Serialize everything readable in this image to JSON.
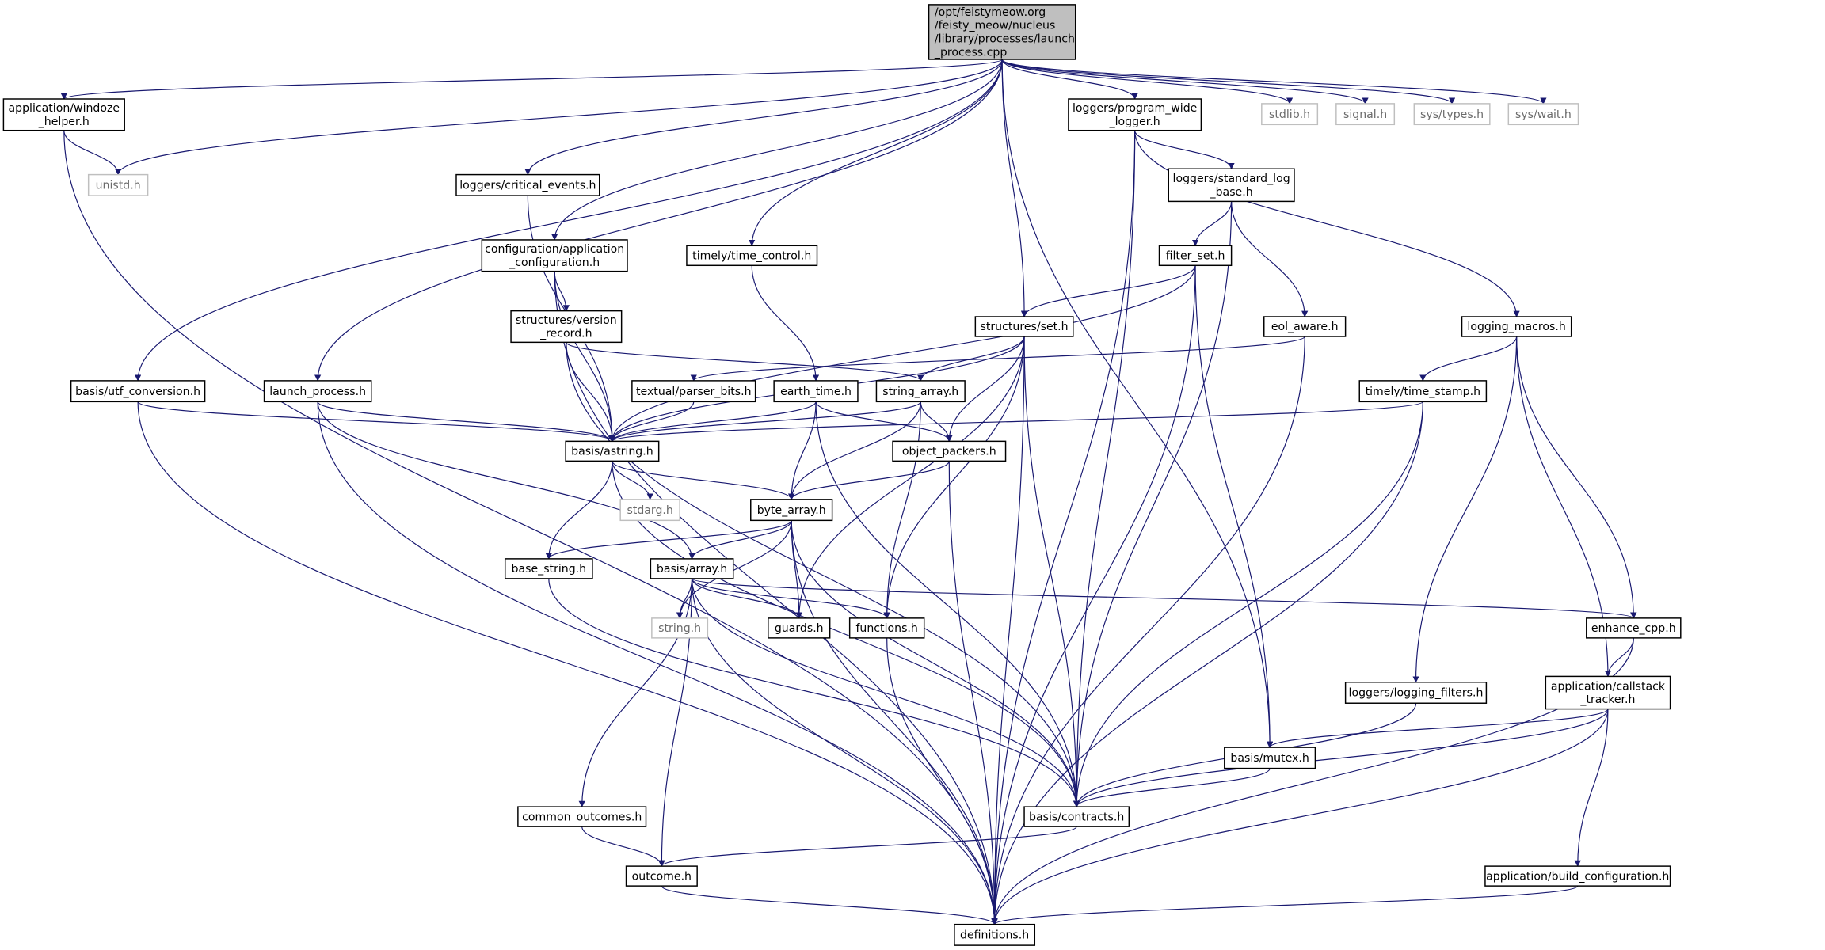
{
  "colors": {
    "edge": "#191970",
    "root_fill": "#bfbfbf",
    "node_border": "#000000",
    "external_border": "#bfbfbf"
  },
  "nodes": [
    {
      "id": "root",
      "lines": [
        "/opt/feistymeow.org",
        "/feisty_meow/nucleus",
        "/library/processes/launch",
        "_process.cpp"
      ],
      "kind": "root"
    },
    {
      "id": "windoze",
      "lines": [
        "application/windoze",
        "_helper.h"
      ]
    },
    {
      "id": "unistd",
      "lines": [
        "unistd.h"
      ],
      "kind": "external"
    },
    {
      "id": "critical",
      "lines": [
        "loggers/critical_events.h"
      ]
    },
    {
      "id": "appconfig",
      "lines": [
        "configuration/application",
        "_configuration.h"
      ]
    },
    {
      "id": "timecontrol",
      "lines": [
        "timely/time_control.h"
      ]
    },
    {
      "id": "version",
      "lines": [
        "structures/version",
        "_record.h"
      ]
    },
    {
      "id": "utf",
      "lines": [
        "basis/utf_conversion.h"
      ]
    },
    {
      "id": "launchh",
      "lines": [
        "launch_process.h"
      ]
    },
    {
      "id": "parser",
      "lines": [
        "textual/parser_bits.h"
      ]
    },
    {
      "id": "earth",
      "lines": [
        "earth_time.h"
      ]
    },
    {
      "id": "strarr",
      "lines": [
        "string_array.h"
      ]
    },
    {
      "id": "astring",
      "lines": [
        "basis/astring.h"
      ]
    },
    {
      "id": "pwlogger",
      "lines": [
        "loggers/program_wide",
        "_logger.h"
      ]
    },
    {
      "id": "stdlib",
      "lines": [
        "stdlib.h"
      ],
      "kind": "external"
    },
    {
      "id": "signal",
      "lines": [
        "signal.h"
      ],
      "kind": "external"
    },
    {
      "id": "systypes",
      "lines": [
        "sys/types.h"
      ],
      "kind": "external"
    },
    {
      "id": "syswait",
      "lines": [
        "sys/wait.h"
      ],
      "kind": "external"
    },
    {
      "id": "stdlog",
      "lines": [
        "loggers/standard_log",
        "_base.h"
      ]
    },
    {
      "id": "filterset",
      "lines": [
        "filter_set.h"
      ]
    },
    {
      "id": "set",
      "lines": [
        "structures/set.h"
      ]
    },
    {
      "id": "eol",
      "lines": [
        "eol_aware.h"
      ]
    },
    {
      "id": "logmacros",
      "lines": [
        "logging_macros.h"
      ]
    },
    {
      "id": "timestamp",
      "lines": [
        "timely/time_stamp.h"
      ]
    },
    {
      "id": "objpack",
      "lines": [
        "object_packers.h"
      ]
    },
    {
      "id": "stdarg",
      "lines": [
        "stdarg.h"
      ],
      "kind": "external"
    },
    {
      "id": "bytearr",
      "lines": [
        "byte_array.h"
      ]
    },
    {
      "id": "basestr",
      "lines": [
        "base_string.h"
      ]
    },
    {
      "id": "array",
      "lines": [
        "basis/array.h"
      ]
    },
    {
      "id": "stringh",
      "lines": [
        "string.h"
      ],
      "kind": "external"
    },
    {
      "id": "guards",
      "lines": [
        "guards.h"
      ]
    },
    {
      "id": "functions",
      "lines": [
        "functions.h"
      ]
    },
    {
      "id": "commonout",
      "lines": [
        "common_outcomes.h"
      ]
    },
    {
      "id": "outcome",
      "lines": [
        "outcome.h"
      ]
    },
    {
      "id": "enhance",
      "lines": [
        "enhance_cpp.h"
      ]
    },
    {
      "id": "logfilters",
      "lines": [
        "loggers/logging_filters.h"
      ]
    },
    {
      "id": "callstack",
      "lines": [
        "application/callstack",
        "_tracker.h"
      ]
    },
    {
      "id": "mutex",
      "lines": [
        "basis/mutex.h"
      ]
    },
    {
      "id": "contracts",
      "lines": [
        "basis/contracts.h"
      ]
    },
    {
      "id": "buildconf",
      "lines": [
        "application/build_configuration.h"
      ]
    },
    {
      "id": "definitions",
      "lines": [
        "definitions.h"
      ]
    }
  ],
  "edges": [
    [
      "root",
      "windoze"
    ],
    [
      "root",
      "unistd"
    ],
    [
      "root",
      "utf"
    ],
    [
      "root",
      "launchh"
    ],
    [
      "root",
      "critical"
    ],
    [
      "root",
      "appconfig"
    ],
    [
      "root",
      "timecontrol"
    ],
    [
      "root",
      "set"
    ],
    [
      "root",
      "pwlogger"
    ],
    [
      "root",
      "stdlib"
    ],
    [
      "root",
      "signal"
    ],
    [
      "root",
      "systypes"
    ],
    [
      "root",
      "syswait"
    ],
    [
      "root",
      "mutex"
    ],
    [
      "windoze",
      "unistd"
    ],
    [
      "windoze",
      "definitions"
    ],
    [
      "critical",
      "astring"
    ],
    [
      "appconfig",
      "definitions"
    ],
    [
      "appconfig",
      "astring"
    ],
    [
      "appconfig",
      "version"
    ],
    [
      "timecontrol",
      "earth"
    ],
    [
      "version",
      "strarr"
    ],
    [
      "version",
      "astring"
    ],
    [
      "version",
      "contracts"
    ],
    [
      "utf",
      "astring"
    ],
    [
      "utf",
      "definitions"
    ],
    [
      "launchh",
      "astring"
    ],
    [
      "launchh",
      "array"
    ],
    [
      "launchh",
      "definitions"
    ],
    [
      "pwlogger",
      "stdlog"
    ],
    [
      "pwlogger",
      "logmacros"
    ],
    [
      "pwlogger",
      "contracts"
    ],
    [
      "pwlogger",
      "definitions"
    ],
    [
      "stdlog",
      "filterset"
    ],
    [
      "stdlog",
      "eol"
    ],
    [
      "stdlog",
      "contracts"
    ],
    [
      "filterset",
      "set"
    ],
    [
      "filterset",
      "astring"
    ],
    [
      "filterset",
      "mutex"
    ],
    [
      "filterset",
      "definitions"
    ],
    [
      "set",
      "strarr"
    ],
    [
      "set",
      "objpack"
    ],
    [
      "set",
      "astring"
    ],
    [
      "set",
      "guards"
    ],
    [
      "set",
      "functions"
    ],
    [
      "set",
      "contracts"
    ],
    [
      "set",
      "definitions"
    ],
    [
      "eol",
      "parser"
    ],
    [
      "eol",
      "definitions"
    ],
    [
      "logmacros",
      "timestamp"
    ],
    [
      "logmacros",
      "logfilters"
    ],
    [
      "logmacros",
      "callstack"
    ],
    [
      "logmacros",
      "enhance"
    ],
    [
      "timestamp",
      "astring"
    ],
    [
      "timestamp",
      "contracts"
    ],
    [
      "timestamp",
      "definitions"
    ],
    [
      "parser",
      "astring"
    ],
    [
      "earth",
      "astring"
    ],
    [
      "earth",
      "objpack"
    ],
    [
      "earth",
      "bytearr"
    ],
    [
      "earth",
      "contracts"
    ],
    [
      "strarr",
      "astring"
    ],
    [
      "strarr",
      "objpack"
    ],
    [
      "strarr",
      "bytearr"
    ],
    [
      "strarr",
      "functions"
    ],
    [
      "astring",
      "stdarg"
    ],
    [
      "astring",
      "bytearr"
    ],
    [
      "astring",
      "basestr"
    ],
    [
      "astring",
      "contracts"
    ],
    [
      "objpack",
      "bytearr"
    ],
    [
      "objpack",
      "definitions"
    ],
    [
      "bytearr",
      "basestr"
    ],
    [
      "bytearr",
      "array"
    ],
    [
      "bytearr",
      "stringh"
    ],
    [
      "bytearr",
      "guards"
    ],
    [
      "bytearr",
      "contracts"
    ],
    [
      "bytearr",
      "definitions"
    ],
    [
      "basestr",
      "contracts"
    ],
    [
      "array",
      "stringh"
    ],
    [
      "array",
      "guards"
    ],
    [
      "array",
      "functions"
    ],
    [
      "array",
      "enhance"
    ],
    [
      "array",
      "commonout"
    ],
    [
      "array",
      "outcome"
    ],
    [
      "array",
      "definitions"
    ],
    [
      "array",
      "contracts"
    ],
    [
      "functions",
      "definitions"
    ],
    [
      "commonout",
      "outcome"
    ],
    [
      "contracts",
      "outcome"
    ],
    [
      "outcome",
      "definitions"
    ],
    [
      "enhance",
      "callstack"
    ],
    [
      "enhance",
      "definitions"
    ],
    [
      "logfilters",
      "contracts"
    ],
    [
      "callstack",
      "mutex"
    ],
    [
      "callstack",
      "contracts"
    ],
    [
      "callstack",
      "buildconf"
    ],
    [
      "callstack",
      "definitions"
    ],
    [
      "mutex",
      "contracts"
    ],
    [
      "buildconf",
      "definitions"
    ]
  ]
}
